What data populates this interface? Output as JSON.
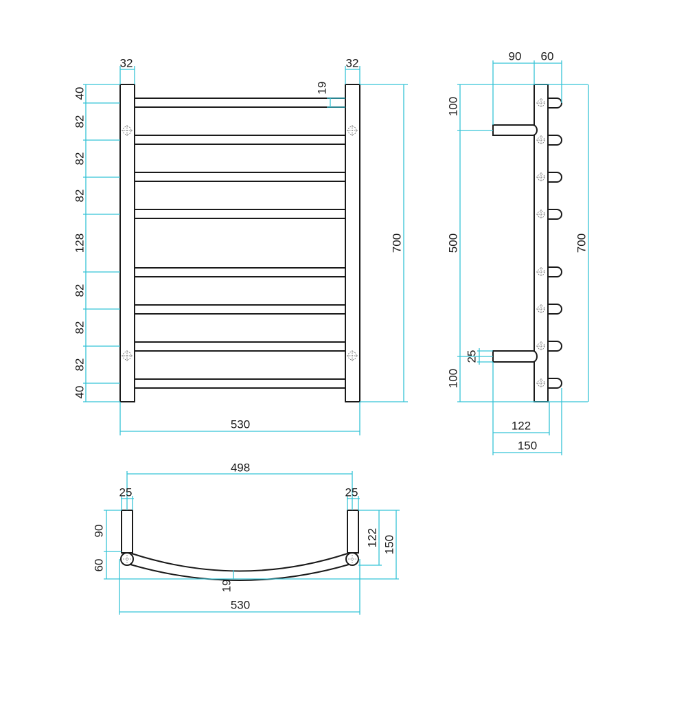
{
  "front_view": {
    "post_width_left": "32",
    "post_width_right": "32",
    "bar_diameter": "19",
    "vertical_spacings": [
      "40",
      "82",
      "82",
      "82",
      "128",
      "82",
      "82",
      "82",
      "40"
    ],
    "total_height": "700",
    "total_width": "530"
  },
  "side_view": {
    "bracket_depth": "90",
    "hook_depth": "60",
    "bracket_spacings": [
      "100",
      "500",
      "100"
    ],
    "bracket_height": "25",
    "total_height": "700",
    "depth_to_post": "122",
    "total_depth": "150"
  },
  "top_view": {
    "center_span": "498",
    "post_left": "25",
    "post_right": "25",
    "bracket_depth": "90",
    "curve_offset": "60",
    "depth_to_center": "122",
    "total_depth": "150",
    "bar_diameter": "19",
    "total_width": "530"
  },
  "colors": {
    "dimension": "#35c3d6",
    "outline": "#1a1a1a"
  }
}
